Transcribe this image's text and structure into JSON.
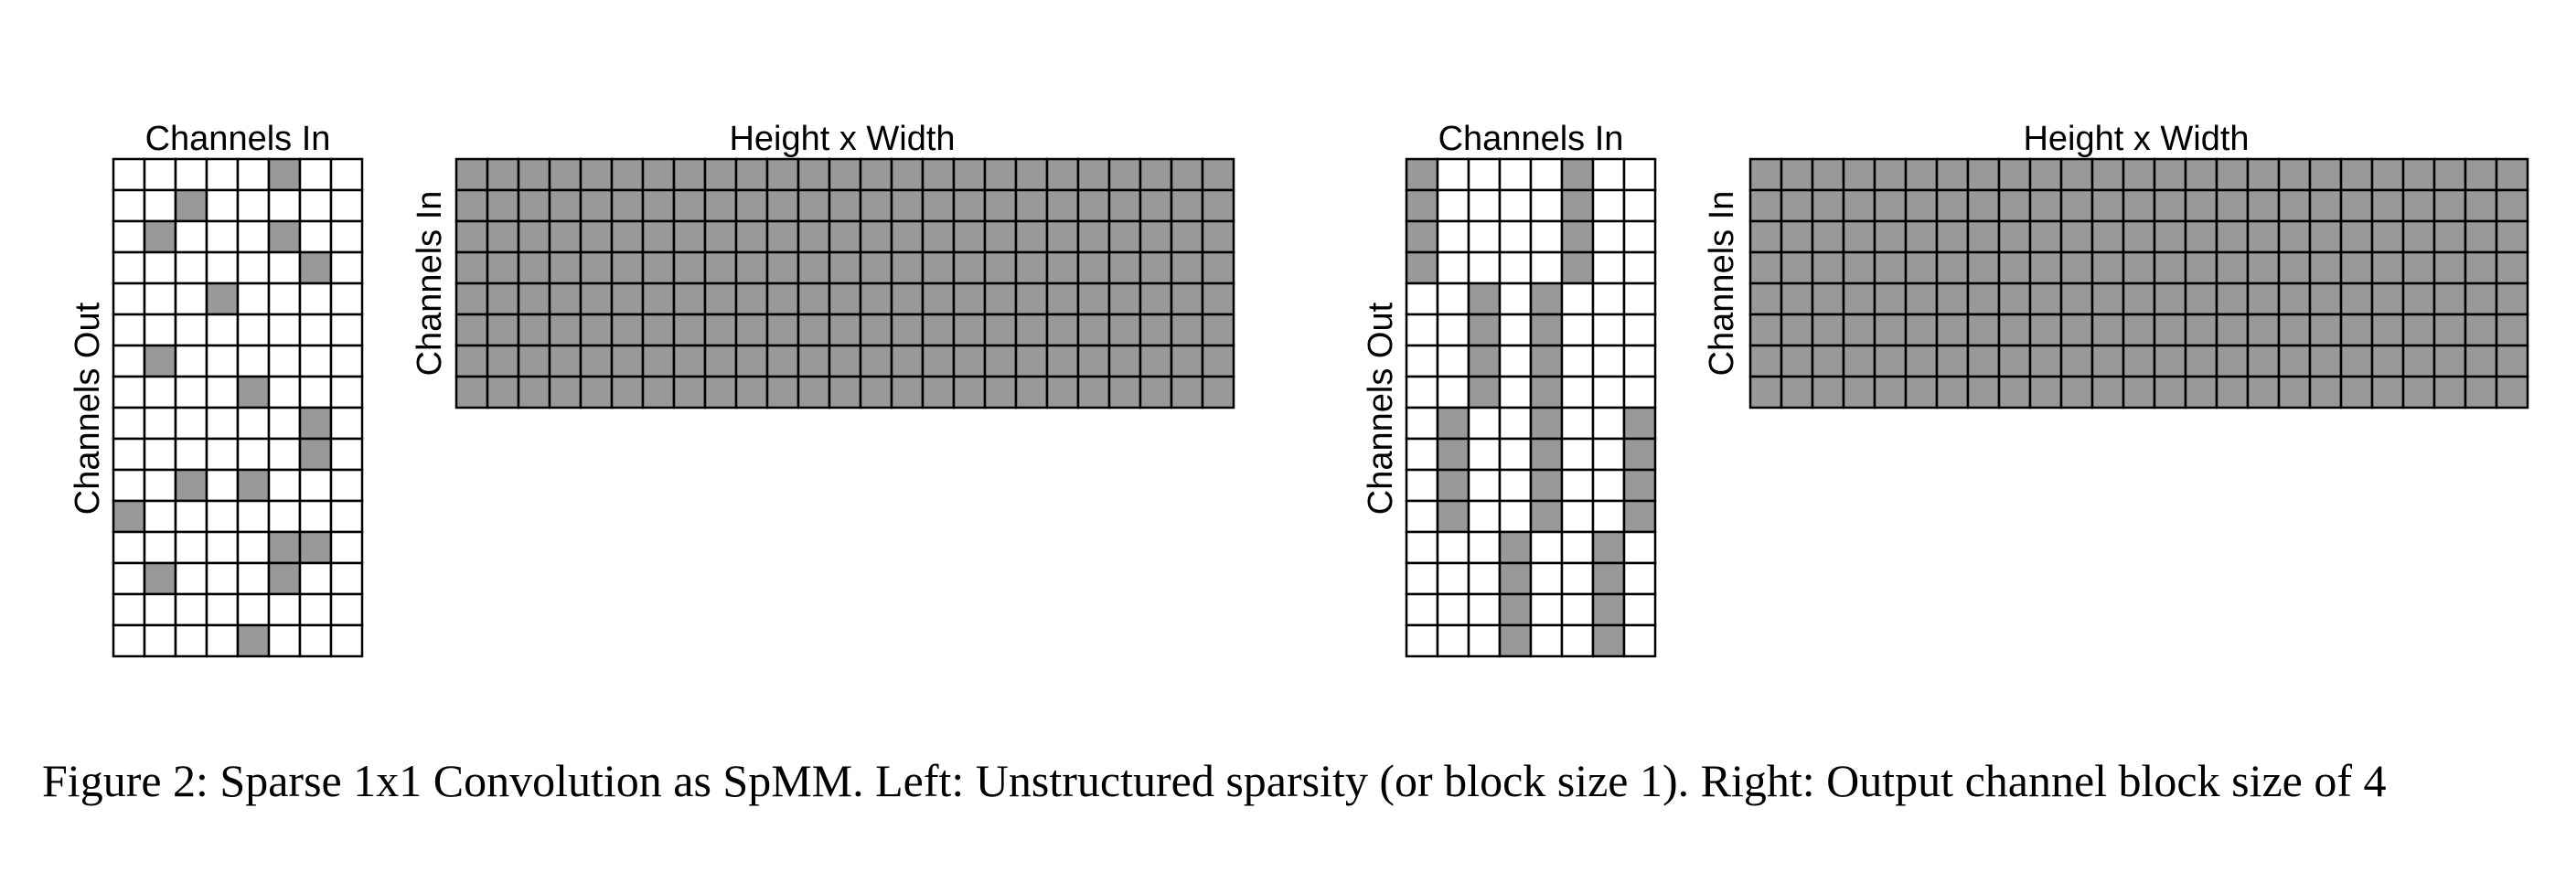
{
  "figure": {
    "colors": {
      "filled": "#999999",
      "empty": "#ffffff",
      "grid_line": "#000000"
    },
    "left": {
      "weight_matrix": {
        "title": "Channels In",
        "row_label": "Channels Out",
        "rows": 16,
        "cols": 8,
        "filled_cells": [
          [
            0,
            5
          ],
          [
            1,
            2
          ],
          [
            2,
            1
          ],
          [
            2,
            5
          ],
          [
            3,
            6
          ],
          [
            4,
            3
          ],
          [
            6,
            1
          ],
          [
            7,
            4
          ],
          [
            8,
            6
          ],
          [
            9,
            6
          ],
          [
            10,
            2
          ],
          [
            10,
            4
          ],
          [
            11,
            0
          ],
          [
            12,
            5
          ],
          [
            12,
            6
          ],
          [
            13,
            1
          ],
          [
            13,
            5
          ],
          [
            15,
            4
          ]
        ]
      },
      "input_matrix": {
        "title": "Height x Width",
        "row_label": "Channels In",
        "rows": 8,
        "cols": 25,
        "all_filled": true
      }
    },
    "right": {
      "weight_matrix": {
        "title": "Channels In",
        "row_label": "Channels Out",
        "rows": 16,
        "cols": 8,
        "block_size": 4,
        "filled_blocks": [
          {
            "row_block": 0,
            "cols": [
              0,
              5
            ]
          },
          {
            "row_block": 1,
            "cols": [
              2,
              4
            ]
          },
          {
            "row_block": 2,
            "cols": [
              1,
              4,
              7
            ]
          },
          {
            "row_block": 3,
            "cols": [
              3,
              6
            ]
          }
        ]
      },
      "input_matrix": {
        "title": "Height x Width",
        "row_label": "Channels In",
        "rows": 8,
        "cols": 25,
        "all_filled": true
      }
    }
  },
  "caption": "Figure 2: Sparse 1x1 Convolution as SpMM. Left: Unstructured sparsity (or block size 1).  Right: Output channel block size of 4"
}
